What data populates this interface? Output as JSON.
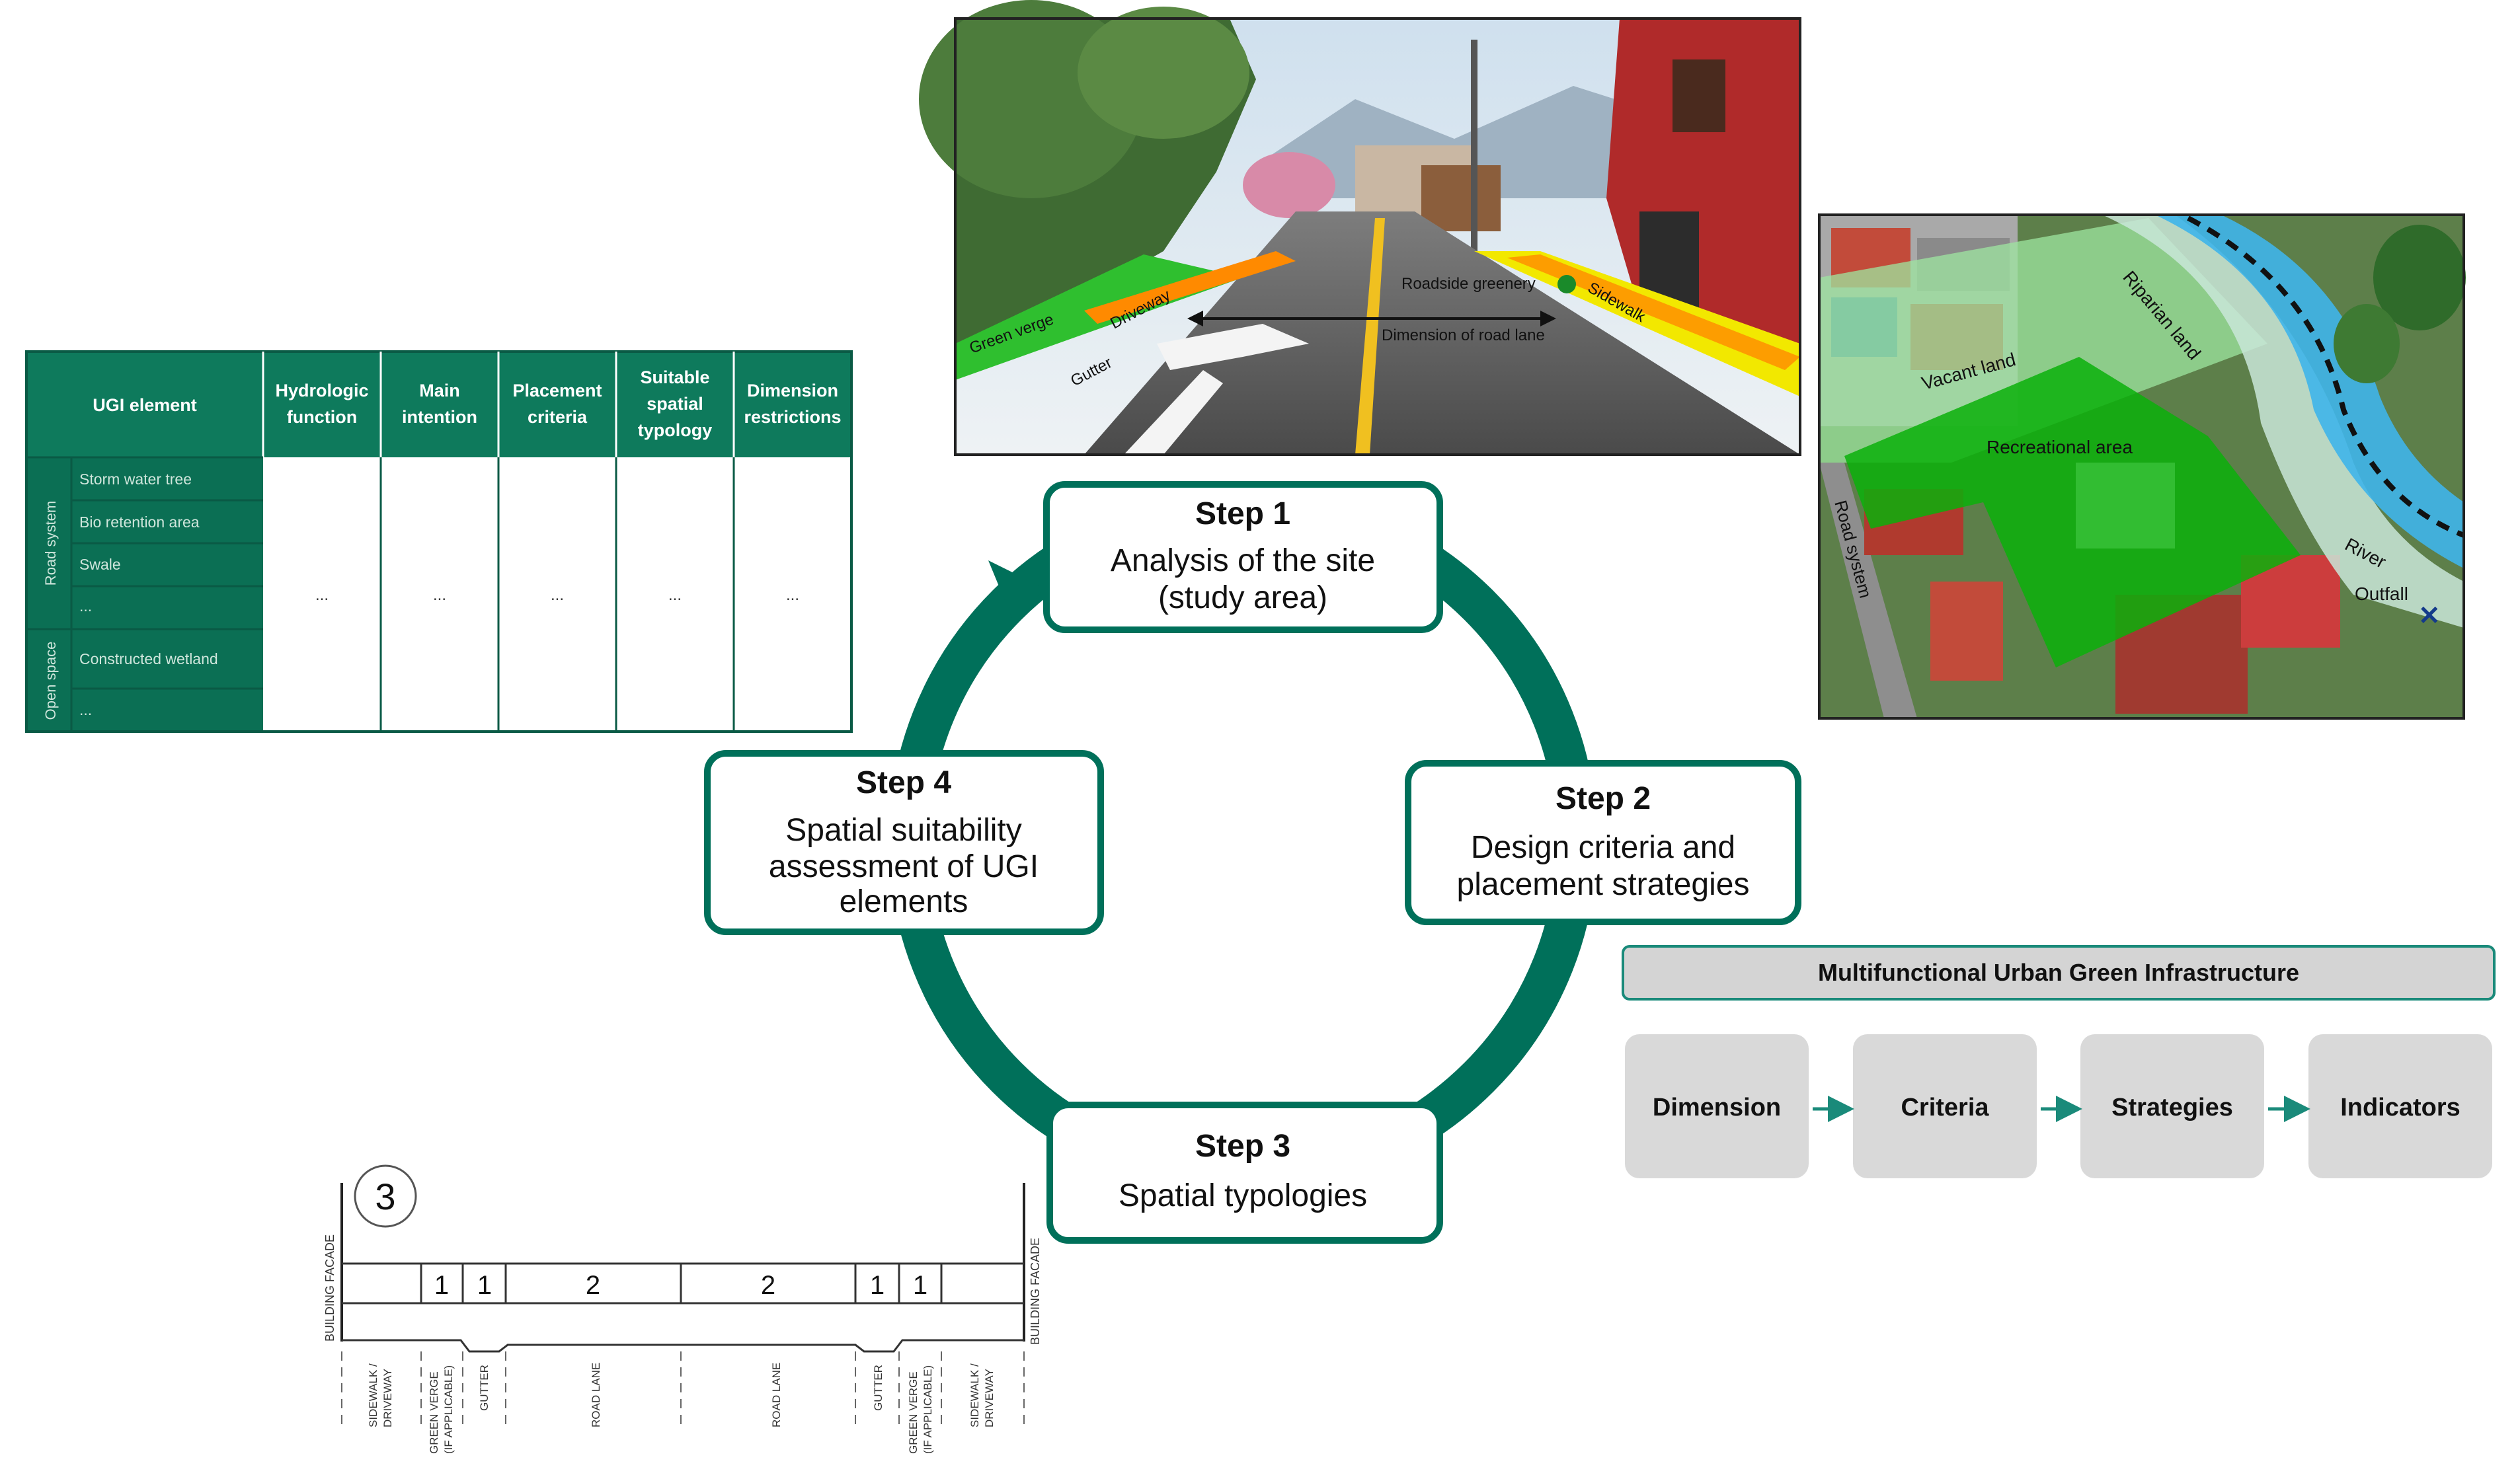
{
  "cycle": {
    "steps": [
      {
        "title": "Step 1",
        "lines": [
          "Analysis  of the site",
          "(study  area)"
        ]
      },
      {
        "title": "Step 2",
        "lines": [
          "Design criteria and",
          "placement strategies"
        ]
      },
      {
        "title": "Step 3",
        "lines": [
          "Spatial typologies"
        ]
      },
      {
        "title": "Step 4",
        "lines": [
          "Spatial suitability",
          "assessment  of UGI",
          "elements"
        ]
      }
    ]
  },
  "table": {
    "headers": [
      "UGI element",
      "Hydrologic function",
      "Main intention",
      "Placement criteria",
      "Suitable spatial typology",
      "Dimension restrictions"
    ],
    "groups": [
      {
        "label": "Road system",
        "rows": [
          "Storm water tree",
          "Bio retention area",
          "Swale",
          "..."
        ]
      },
      {
        "label": "Open space",
        "rows": [
          "Constructed wetland",
          "..."
        ]
      }
    ],
    "cell_placeholder": "..."
  },
  "street_photo": {
    "labels": [
      "Green verge",
      "Driveway",
      "Gutter",
      "Roadside greenery",
      "Sidewalk",
      "Dimension of road lane"
    ]
  },
  "aerial_photo": {
    "labels": [
      "Vacant land",
      "Riparian land",
      "Recreational area",
      "Road system",
      "River",
      "Outfall"
    ]
  },
  "mugi": {
    "title": "Multifunctional Urban Green Infrastructure",
    "items": [
      "Dimension",
      "Criteria",
      "Strategies",
      "Indicators"
    ]
  },
  "section": {
    "badge": "3",
    "side_labels": [
      "BUILDING FACADE",
      "BUILDING FACADE"
    ],
    "numbers": [
      "1",
      "1",
      "2",
      "2",
      "1",
      "1"
    ],
    "bottom_labels": [
      [
        "SIDEWALK /",
        "DRIVEWAY"
      ],
      [
        "GREEN VERGE",
        "(IF APPLICABLE)"
      ],
      [
        "GUTTER"
      ],
      [
        "ROAD LANE"
      ],
      [
        "ROAD LANE"
      ],
      [
        "GUTTER"
      ],
      [
        "GREEN VERGE",
        "(IF APPLICABLE)"
      ],
      [
        "SIDEWALK /",
        "DRIVEWAY"
      ]
    ]
  },
  "colors": {
    "teal": "#00705a",
    "header_green": "#0e7a5c",
    "road_group": "#0b6f54",
    "grey_box": "#d9d9d9",
    "mugi_header": "#d4d4d4"
  }
}
